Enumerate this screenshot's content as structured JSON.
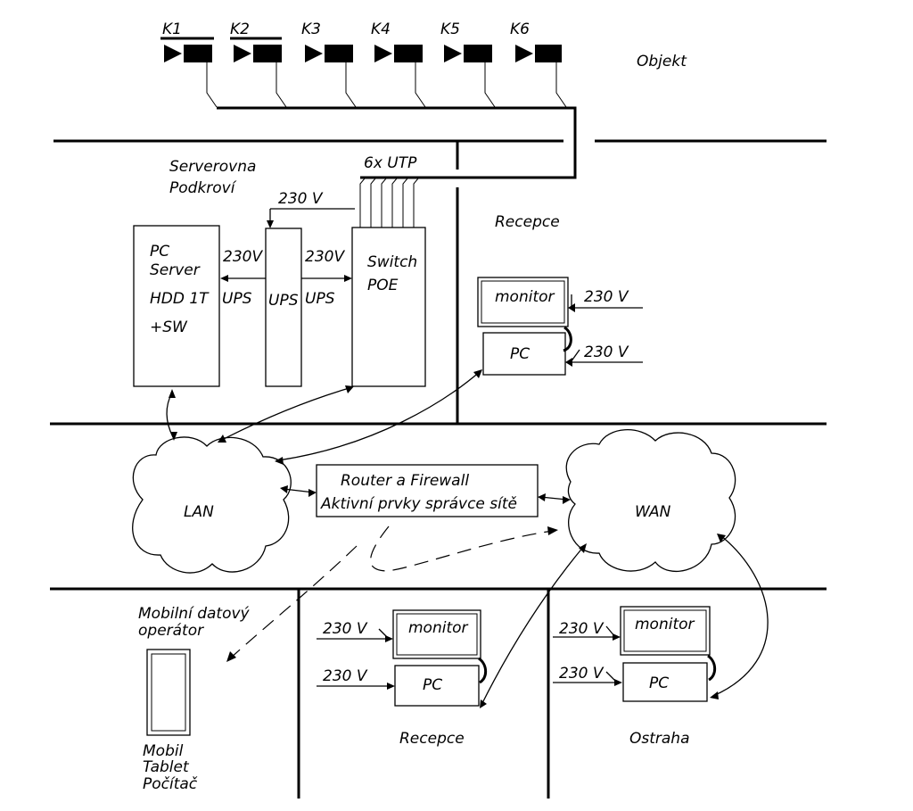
{
  "sensors": [
    "K1",
    "K2",
    "K3",
    "K4",
    "K5",
    "K6"
  ],
  "zones": {
    "object": "Objekt",
    "server_room_line1": "Serverovna",
    "server_room_line2": "Podkroví",
    "reception_top": "Recepce",
    "reception_bottom": "Recepce",
    "security": "Ostraha"
  },
  "server_room": {
    "utp": "6x  UTP",
    "power_in": "230  V",
    "pc_server": [
      "PC",
      "Server",
      "HDD  1T",
      "+SW"
    ],
    "ups_left_top": "230V",
    "ups_left_bottom": "UPS",
    "ups_center": "UPS",
    "ups_right_top": "230V",
    "ups_right_bottom": "UPS",
    "switch": [
      "Switch",
      "POE"
    ]
  },
  "network": {
    "lan": "LAN",
    "wan": "WAN",
    "router_line1": "Router  a  Firewall",
    "router_line2": "Aktivní  prvky  správce  sítě",
    "mobile_operator": [
      "Mobilní  datový",
      "operátor"
    ],
    "mobile_devices": [
      "Mobil",
      "Tablet",
      "Počítač"
    ]
  },
  "workstation": {
    "monitor": "monitor",
    "pc": "PC",
    "power": "230  V"
  }
}
